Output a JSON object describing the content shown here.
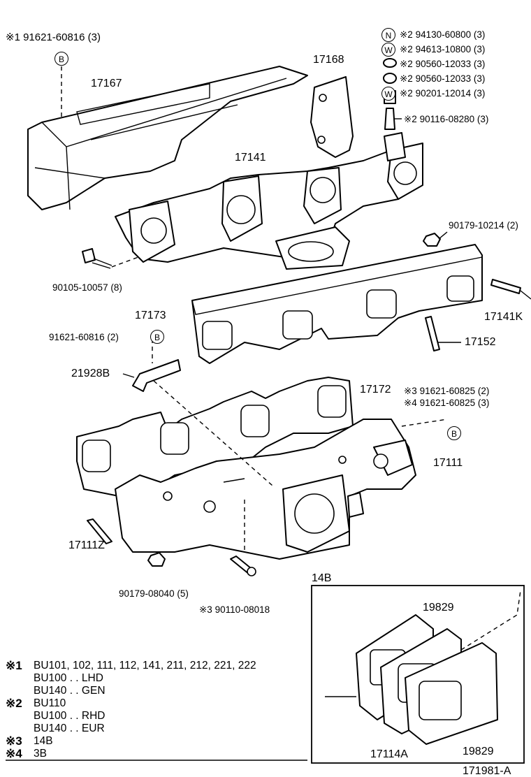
{
  "labels": {
    "top_left_bolt": "※1 91621-60816 (3)",
    "top_left_ref": "B",
    "heat_insulator": "17167",
    "bracket": "17168",
    "exhaust_manifold_top": "17141",
    "bolt_left": "90105-10057 (8)",
    "nut_right": "90179-10214 (2)",
    "gasket_top": "17173",
    "stud_right": "17141K",
    "stud_mid": "17152",
    "bolt_ref_b_mid": "91621-60816 (2)",
    "ref_b": "B",
    "clamp": "21928B",
    "gasket_lower": "17172",
    "intake_manifold": "17111",
    "bolt_right_3": "※3 91621-60825 (2)",
    "bolt_right_4": "※4 91621-60825 (3)",
    "ref_b_right": "B",
    "stud_lower": "17111Z",
    "nut_lower": "90179-08040 (5)",
    "bolt_lower": "※3 90110-08018",
    "inset_title": "14B",
    "inset_top": "19829",
    "inset_left": "17114A",
    "inset_right": "19829",
    "figure_code": "171981-A"
  },
  "hardware_list": [
    {
      "symbol": "N",
      "text": "※2 94130-60800 (3)"
    },
    {
      "symbol": "W",
      "text": "※2 94613-10800 (3)"
    },
    {
      "symbol": "",
      "text": "※2 90560-12033 (3)"
    },
    {
      "symbol": "",
      "text": "※2 90560-12033 (3)"
    },
    {
      "symbol": "W",
      "text": "※2 90201-12014 (3)"
    },
    {
      "symbol": "",
      "text": "※2 90116-08280 (3)"
    }
  ],
  "legend": [
    {
      "mark": "※1",
      "text": "BU101, 102, 111, 112, 141, 211, 212, 221, 222"
    },
    {
      "mark": "",
      "text": "BU100 . . LHD"
    },
    {
      "mark": "",
      "text": "BU140 . . GEN"
    },
    {
      "mark": "※2",
      "text": "BU110"
    },
    {
      "mark": "",
      "text": "BU100 . . RHD"
    },
    {
      "mark": "",
      "text": "BU140 . . EUR"
    },
    {
      "mark": "※3",
      "text": "14B"
    },
    {
      "mark": "※4",
      "text": "3B"
    }
  ]
}
